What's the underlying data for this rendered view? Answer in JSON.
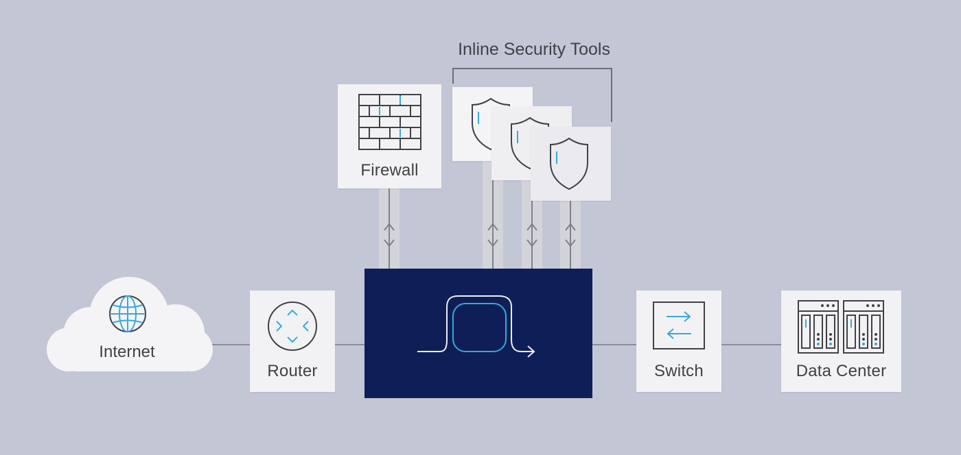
{
  "diagram": {
    "tools_group_label": "Inline Security Tools",
    "nodes": {
      "internet": {
        "label": "Internet",
        "icon": "globe-icon"
      },
      "router": {
        "label": "Router",
        "icon": "router-icon"
      },
      "firewall": {
        "label": "Firewall",
        "icon": "brick-wall-icon"
      },
      "security_tools": [
        {
          "icon": "shield-icon"
        },
        {
          "icon": "shield-icon"
        },
        {
          "icon": "shield-icon"
        }
      ],
      "bypass": {
        "icon": "bypass-flow-icon"
      },
      "switch": {
        "label": "Switch",
        "icon": "switch-arrows-icon"
      },
      "data_center": {
        "label": "Data Center",
        "icon": "server-rack-icon"
      }
    },
    "colors": {
      "background": "#c3c6d5",
      "card": "#f2f2f4",
      "bypass_box": "#0e1f57",
      "accent": "#3aa7d9",
      "line": "#8a8d95"
    }
  }
}
